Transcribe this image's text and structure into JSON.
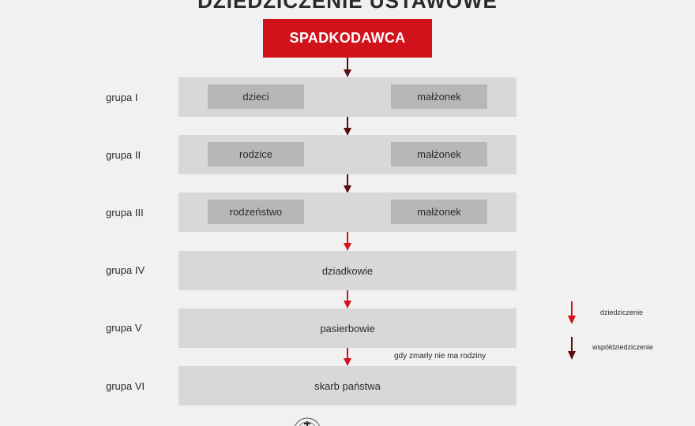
{
  "title": "DZIEDZICZENIE USTAWOWE",
  "root": "SPADKODAWCA",
  "groups": [
    {
      "label": "grupa I",
      "left": "dzieci",
      "right": "małżonek",
      "arrow_above": "współdziedziczenie"
    },
    {
      "label": "grupa II",
      "left": "rodzice",
      "right": "małżonek",
      "arrow_above": "współdziedziczenie"
    },
    {
      "label": "grupa III",
      "left": "rodzeństwo",
      "right": "małżonek",
      "arrow_above": "współdziedziczenie"
    },
    {
      "label": "grupa IV",
      "center": "dziadkowie",
      "arrow_above": "dziedziczenie"
    },
    {
      "label": "grupa V",
      "center": "pasierbowie",
      "arrow_above": "dziedziczenie"
    },
    {
      "label": "grupa VI",
      "center": "skarb państwa",
      "arrow_above": "dziedziczenie"
    }
  ],
  "note": "gdy zmarły nie ma rodziny",
  "legend": {
    "inheritance": "dziedziczenie",
    "co_inheritance": "współdziedziczenie",
    "inheritance_color": "#d2121b",
    "co_inheritance_color": "#5a0d10"
  }
}
